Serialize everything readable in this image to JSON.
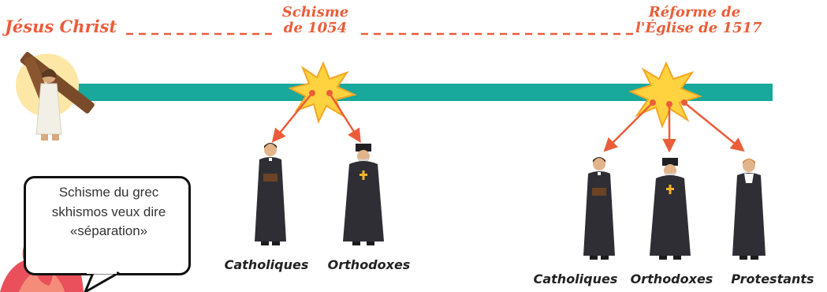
{
  "labels": {
    "jesus": "Jésus Christ",
    "schism_line1": "Schisme",
    "schism_line2": "de 1054",
    "reform_line1": "Réforme de",
    "reform_line2": "l'Église de 1517"
  },
  "groups_1054": [
    "Catholiques",
    "Orthodoxes"
  ],
  "groups_1517": [
    "Catholiques",
    "Orthodoxes",
    "Protestants"
  ],
  "bubble": {
    "line1": "Schisme du grec",
    "line2": "skhismos veux dire",
    "line3": "«séparation»"
  },
  "colors": {
    "timeline": "#18a89c",
    "accent": "#ea5d3a",
    "burst": "#ffd23f",
    "robe": "#2e2e34"
  }
}
